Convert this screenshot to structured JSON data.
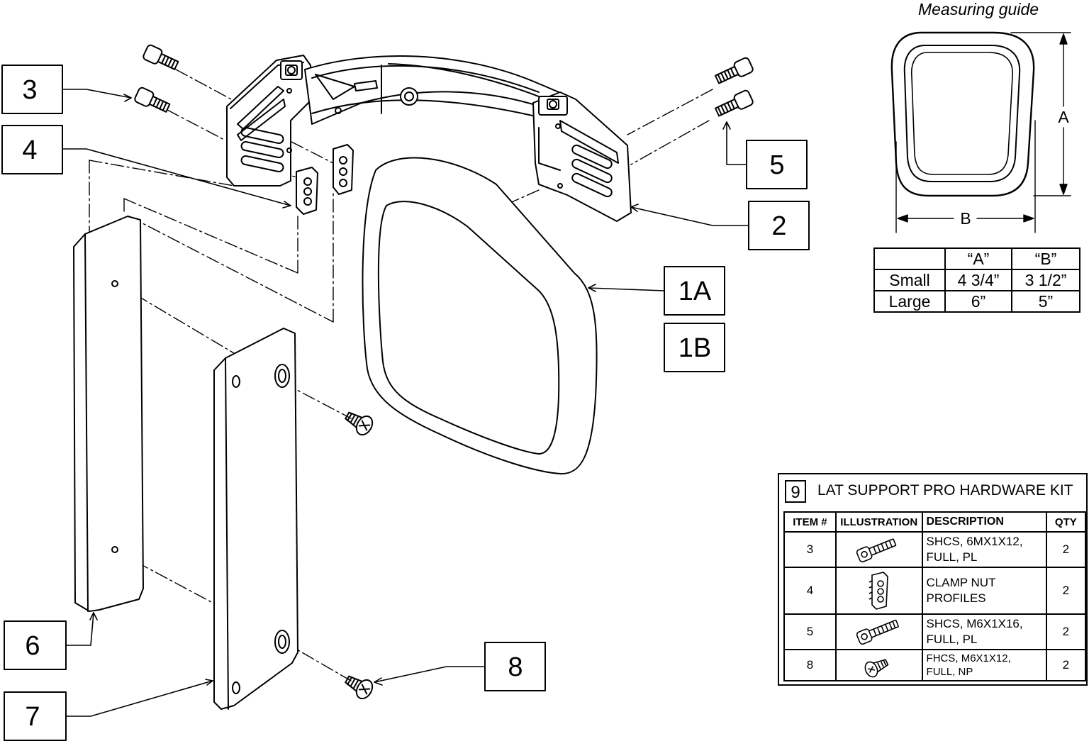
{
  "callouts": {
    "c3": "3",
    "c4": "4",
    "c5": "5",
    "c2": "2",
    "c1a": "1A",
    "c1b": "1B",
    "c6": "6",
    "c7": "7",
    "c8": "8"
  },
  "measuring_guide": {
    "title": "Measuring guide",
    "dim_a": "A",
    "dim_b": "B"
  },
  "size_table": {
    "header": [
      "",
      "“A”",
      "“B”"
    ],
    "rows": [
      [
        "Small",
        "4 3/4”",
        "3 1/2”"
      ],
      [
        "Large",
        "6”",
        "5”"
      ]
    ]
  },
  "kit": {
    "number": "9",
    "title": "LAT SUPPORT PRO HARDWARE KIT",
    "headers": [
      "ITEM #",
      "ILLUSTRATION",
      "DESCRIPTION",
      "QTY"
    ],
    "rows": [
      {
        "item": "3",
        "desc1": "SHCS, 6MX1X12,",
        "desc2": "FULL, PL",
        "qty": "2",
        "icon": "socket-head-screw-icon"
      },
      {
        "item": "4",
        "desc1": "CLAMP NUT",
        "desc2": "PROFILES",
        "qty": "2",
        "icon": "clamp-nut-icon"
      },
      {
        "item": "5",
        "desc1": "SHCS, M6X1X16,",
        "desc2": "FULL, PL",
        "qty": "2",
        "icon": "socket-head-screw-icon"
      },
      {
        "item": "8",
        "desc1": "FHCS, M6X1X12,",
        "desc2": "FULL, NP",
        "qty": "2",
        "icon": "flat-head-screw-icon"
      }
    ]
  }
}
